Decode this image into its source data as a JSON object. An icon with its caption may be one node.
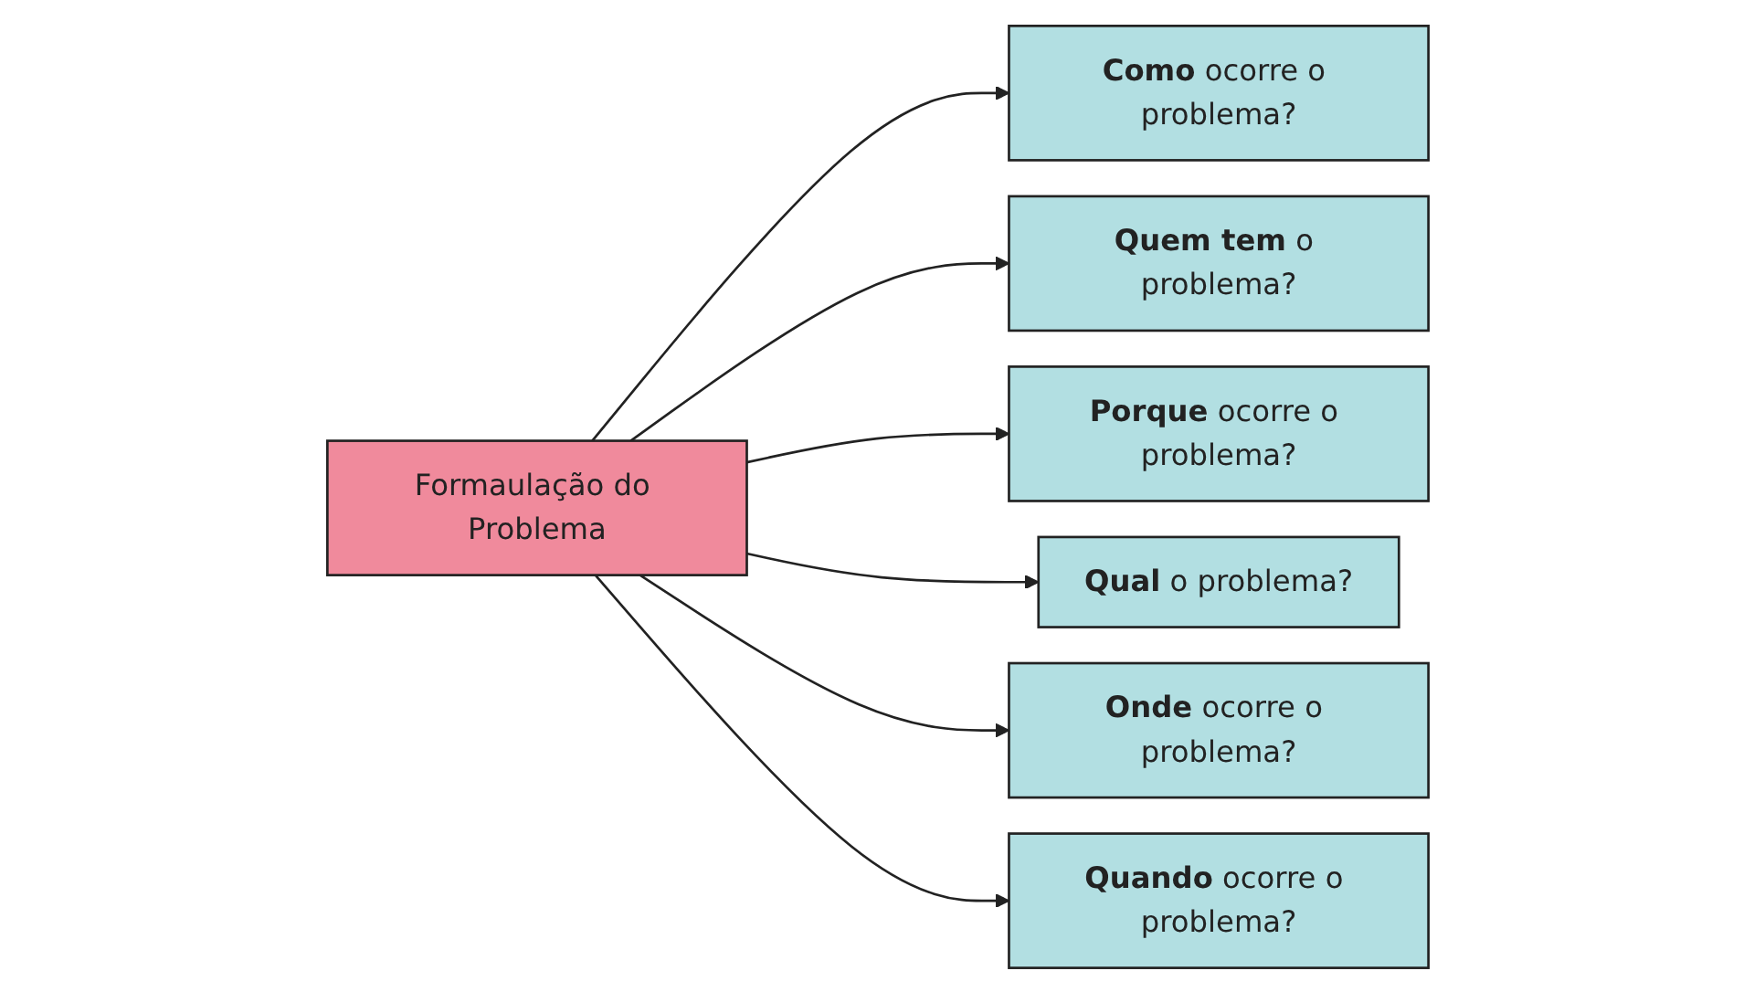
{
  "diagram": {
    "nodes": [
      {
        "text": [
          "Formaulação do Problema"
        ]
      },
      {
        "text": [
          "**Como** ocorre o problema?"
        ]
      },
      {
        "text": [
          "**Quem tem** o problema?"
        ]
      },
      {
        "text": [
          "**Porque** ocorre o problema?"
        ]
      },
      {
        "text": [
          "**Qual** o problema?"
        ]
      },
      {
        "text": [
          "**Onde** ocorre o problema?"
        ]
      },
      {
        "text": [
          "**Quando** ocorre o problema?"
        ]
      }
    ],
    "edges": [
      {
        "from": 0,
        "to": 1,
        "arrow": "to"
      },
      {
        "from": 0,
        "to": 2,
        "arrow": "to"
      },
      {
        "from": 0,
        "to": 3,
        "arrow": "to"
      },
      {
        "from": 0,
        "to": 4,
        "arrow": "to"
      },
      {
        "from": 0,
        "to": 5,
        "arrow": "to"
      },
      {
        "from": 0,
        "to": 6,
        "arrow": "to"
      }
    ]
  }
}
